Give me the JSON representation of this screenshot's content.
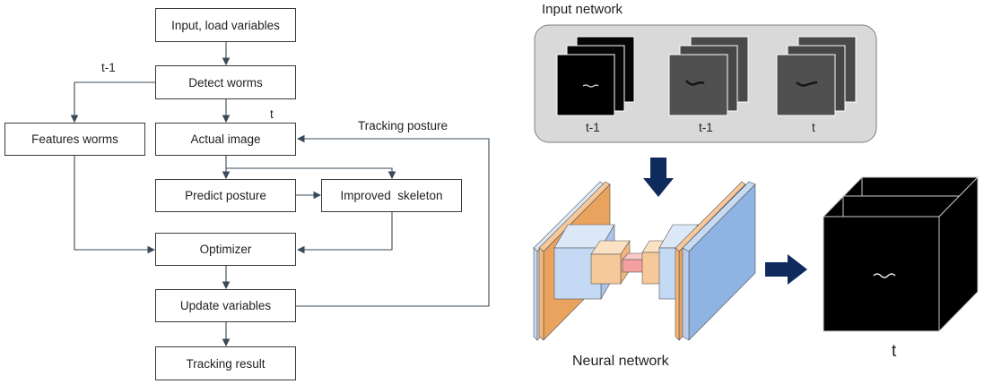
{
  "flowchart": {
    "input": "Input, load variables",
    "detect": "Detect worms",
    "features": "Features worms",
    "actual": "Actual image",
    "predict": "Predict posture",
    "improved": "Improved  skeleton",
    "optimizer": "Optimizer",
    "update": "Update variables",
    "result": "Tracking result",
    "label_t_minus_1": "t-1",
    "label_t": "t",
    "label_tracking_posture": "Tracking posture"
  },
  "network": {
    "input_title": "Input network",
    "frames": [
      "t-1",
      "t-1",
      "t"
    ],
    "nn_label": "Neural network",
    "output_label": "t"
  },
  "colors": {
    "arrow_navy": "#0f2a5c",
    "panel_grey": "#d9d9d9",
    "orange": "#eaa25f",
    "light_orange": "#f7c99a",
    "blue": "#8fb3e3",
    "light_blue": "#c4d9f3",
    "pink": "#f4a0a0"
  }
}
